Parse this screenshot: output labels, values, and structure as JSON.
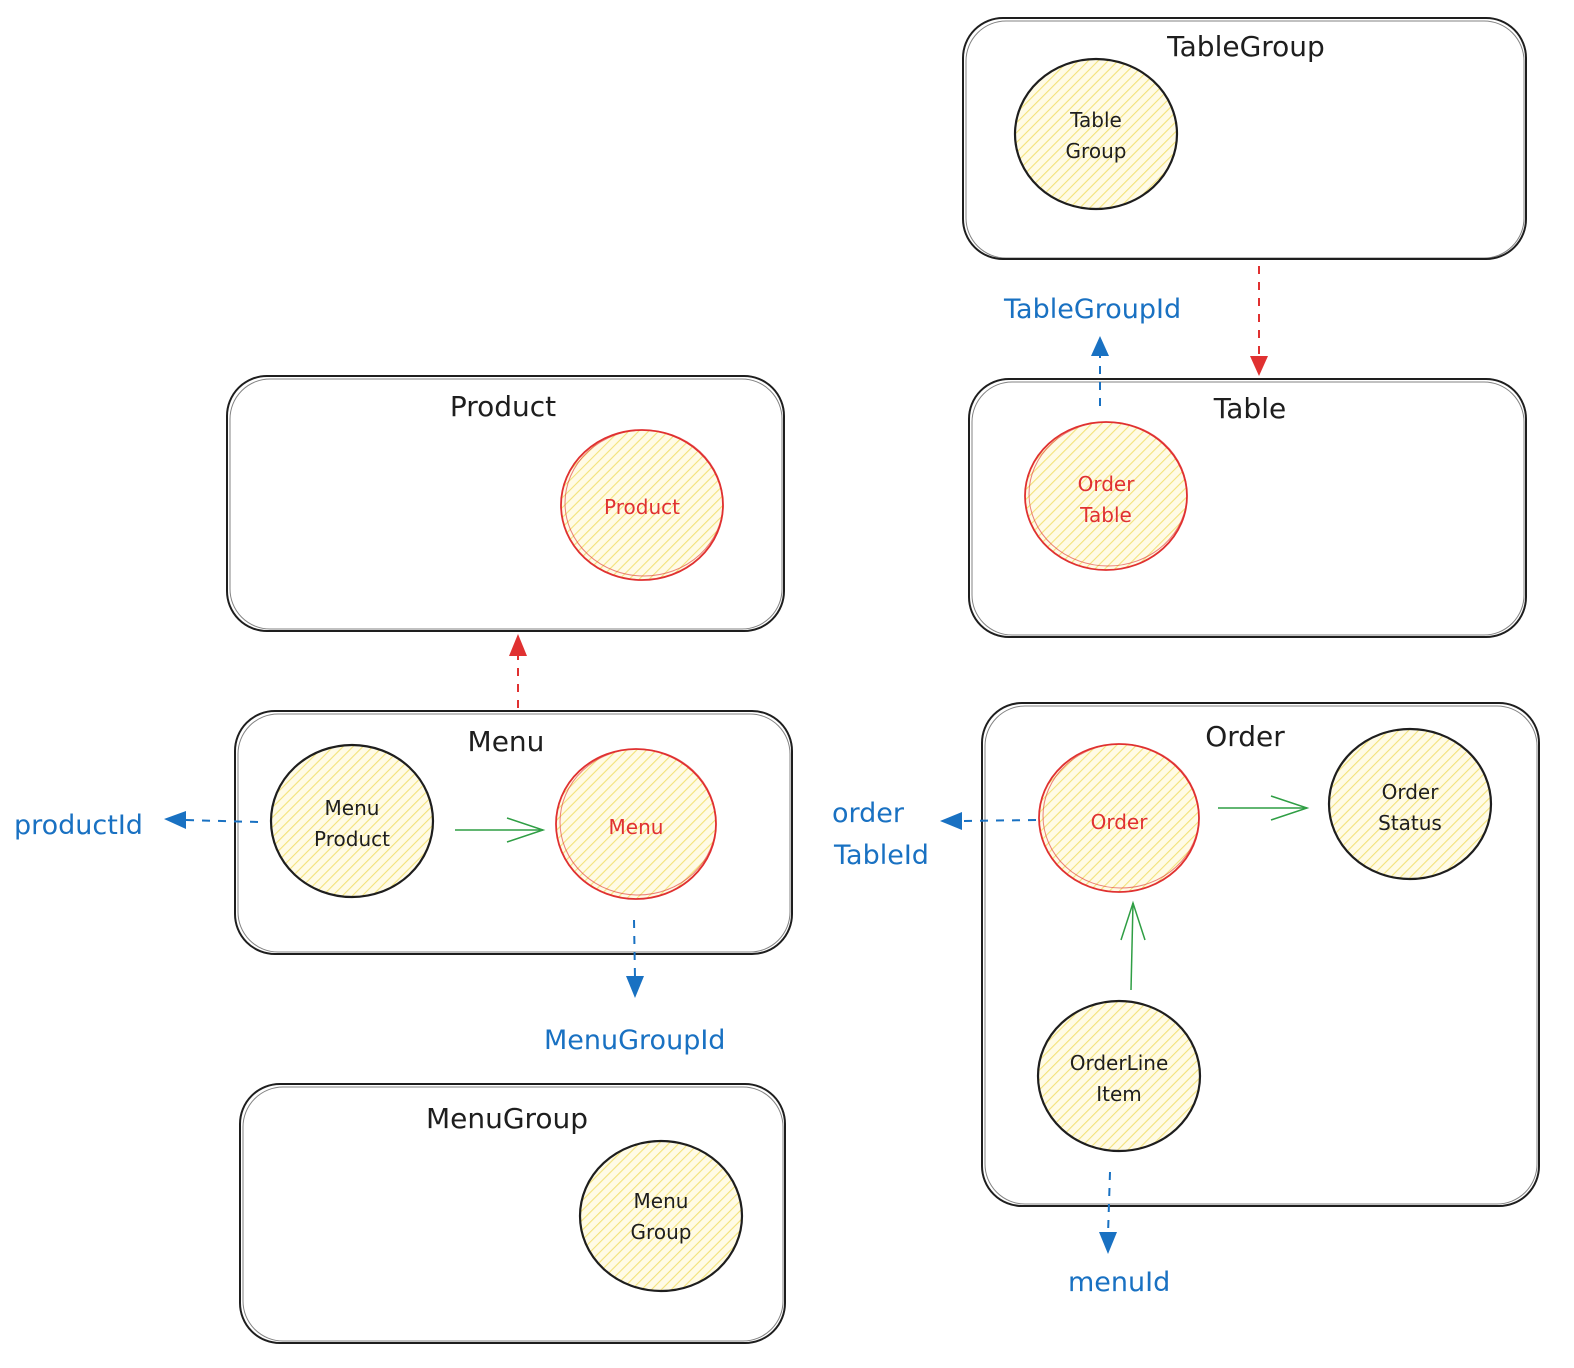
{
  "boxes": {
    "table_group": {
      "title": "TableGroup"
    },
    "product": {
      "title": "Product"
    },
    "table": {
      "title": "Table"
    },
    "menu": {
      "title": "Menu"
    },
    "order": {
      "title": "Order"
    },
    "menu_group": {
      "title": "MenuGroup"
    }
  },
  "nodes": {
    "table_group": {
      "lines": [
        "Table",
        "Group"
      ]
    },
    "product": {
      "lines": [
        "Product"
      ]
    },
    "order_table": {
      "lines": [
        "Order",
        "Table"
      ]
    },
    "menu_product": {
      "lines": [
        "Menu",
        "Product"
      ]
    },
    "menu": {
      "lines": [
        "Menu"
      ]
    },
    "order": {
      "lines": [
        "Order"
      ]
    },
    "order_status": {
      "lines": [
        "Order",
        "Status"
      ]
    },
    "order_line_item": {
      "lines": [
        "OrderLine",
        "Item"
      ]
    },
    "menu_group": {
      "lines": [
        "Menu",
        "Group"
      ]
    }
  },
  "refs": {
    "table_group_id": "TableGroupId",
    "product_id": "productId",
    "order_table_id_line1": "order",
    "order_table_id_line2": "TableId",
    "menu_group_id": "MenuGroupId",
    "menu_id": "menuId"
  },
  "colors": {
    "stroke": "#1e1e1e",
    "aggregate_root": "#e03131",
    "id_reference": "#1971c2",
    "internal_reference": "#2f9e44",
    "fill": "#fff3bf"
  }
}
